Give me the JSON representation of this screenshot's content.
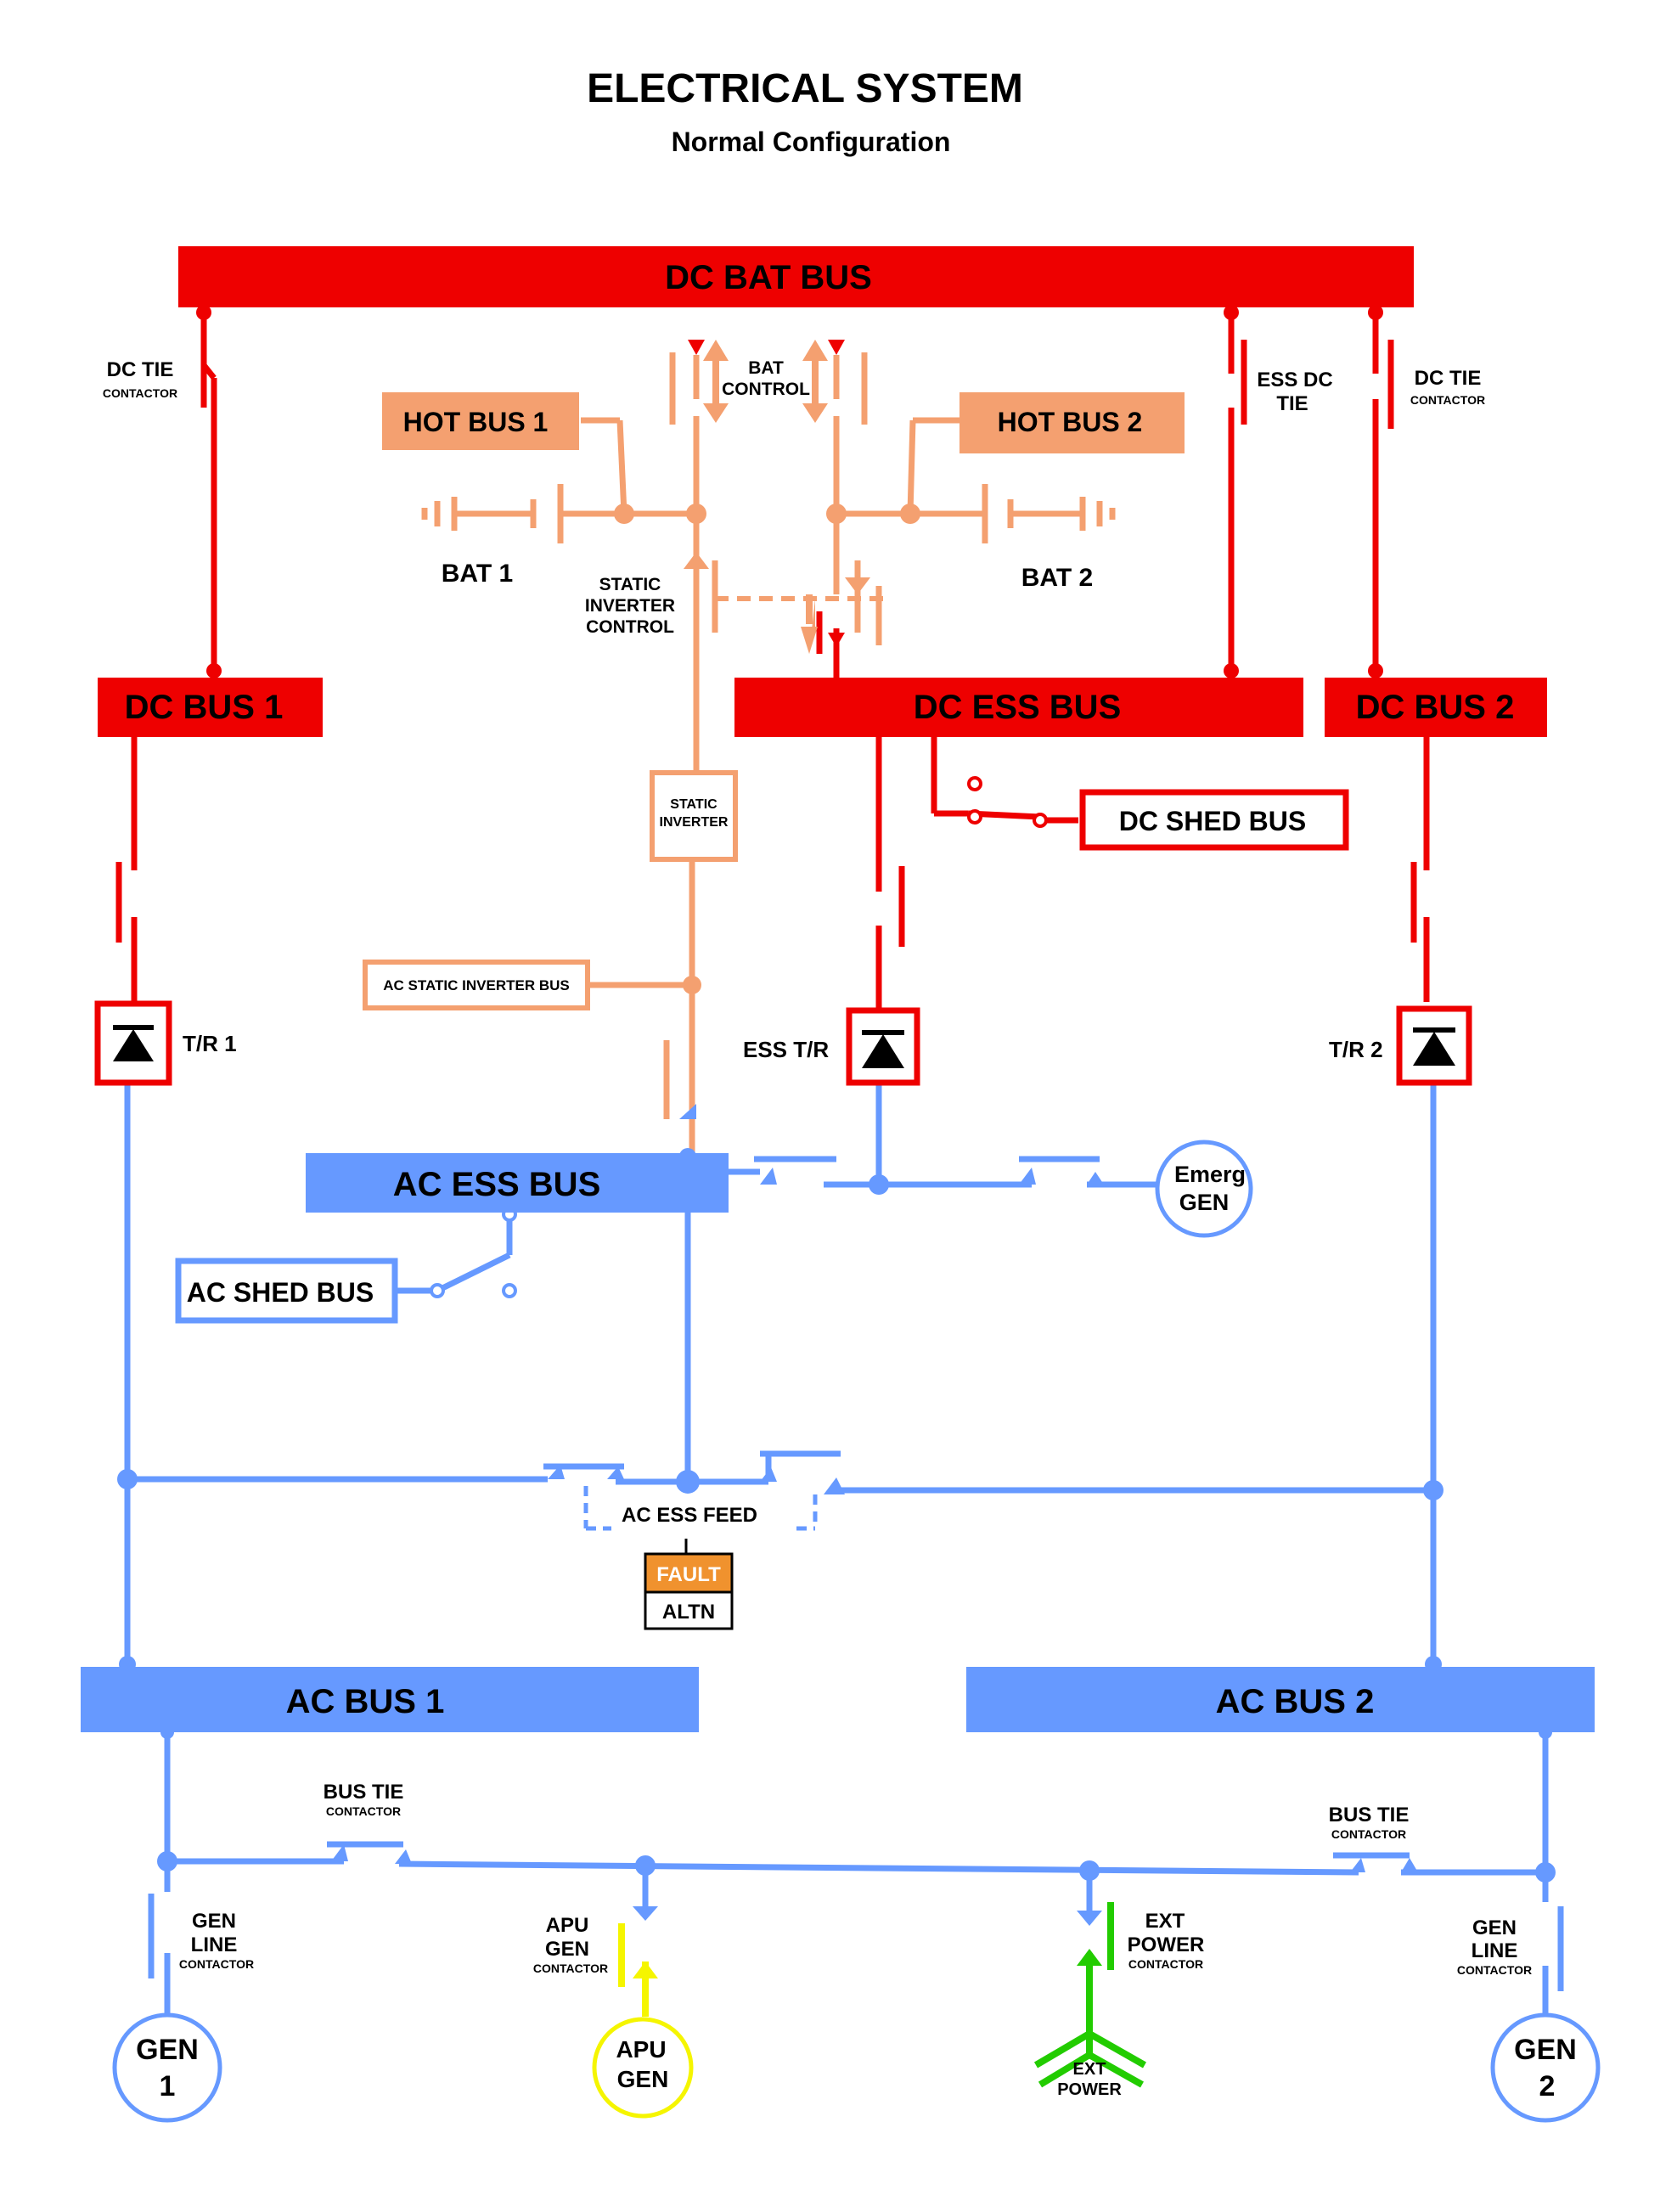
{
  "title": "ELECTRICAL SYSTEM",
  "subtitle": "Normal Configuration",
  "colors": {
    "dc": "#ee0000",
    "battery": "#f4a070",
    "ac": "#6699ff",
    "apu": "#f5f500",
    "ext": "#22cc00",
    "fault": "#f0922e"
  },
  "buses": {
    "dc_bat_bus": "DC BAT BUS",
    "hot_bus_1": "HOT BUS 1",
    "hot_bus_2": "HOT BUS 2",
    "dc_bus_1": "DC BUS 1",
    "dc_ess_bus": "DC ESS BUS",
    "dc_bus_2": "DC BUS 2",
    "dc_shed_bus": "DC SHED BUS",
    "static_inverter_l1": "STATIC",
    "static_inverter_l2": "INVERTER",
    "ac_static_inverter_bus": "AC STATIC INVERTER BUS",
    "ac_ess_bus": "AC ESS BUS",
    "ac_shed_bus": "AC SHED BUS",
    "ac_bus_1": "AC BUS 1",
    "ac_bus_2": "AC BUS 2"
  },
  "labels": {
    "dc_tie_left": "DC TIE",
    "dc_tie_left_sub": "CONTACTOR",
    "dc_tie_right": "DC TIE",
    "dc_tie_right_sub": "CONTACTOR",
    "ess_dc_tie_l1": "ESS DC",
    "ess_dc_tie_l2": "TIE",
    "bat_control_l1": "BAT",
    "bat_control_l2": "CONTROL",
    "bat_1": "BAT 1",
    "bat_2": "BAT 2",
    "sic_l1": "STATIC",
    "sic_l2": "INVERTER",
    "sic_l3": "CONTROL",
    "tr_1": "T/R 1",
    "ess_tr": "ESS T/R",
    "tr_2": "T/R 2",
    "emerg_gen_l1": "Emerg",
    "emerg_gen_l2": "GEN",
    "ac_ess_feed": "AC ESS FEED",
    "fault": "FAULT",
    "altn": "ALTN",
    "bus_tie_left": "BUS TIE",
    "bus_tie_left_sub": "CONTACTOR",
    "bus_tie_right": "BUS TIE",
    "bus_tie_right_sub": "CONTACTOR",
    "gen_line_left_l1": "GEN",
    "gen_line_left_l2": "LINE",
    "gen_line_left_sub": "CONTACTOR",
    "gen_line_right_l1": "GEN",
    "gen_line_right_l2": "LINE",
    "gen_line_right_sub": "CONTACTOR",
    "apu_gen_contactor_l1": "APU",
    "apu_gen_contactor_l2": "GEN",
    "apu_gen_contactor_sub": "CONTACTOR",
    "ext_power_contactor_l1": "EXT",
    "ext_power_contactor_l2": "POWER",
    "ext_power_contactor_sub": "CONTACTOR",
    "gen_1_l1": "GEN",
    "gen_1_l2": "1",
    "apu_gen_l1": "APU",
    "apu_gen_l2": "GEN",
    "ext_power_l1": "EXT",
    "ext_power_l2": "POWER",
    "gen_2_l1": "GEN",
    "gen_2_l2": "2"
  }
}
